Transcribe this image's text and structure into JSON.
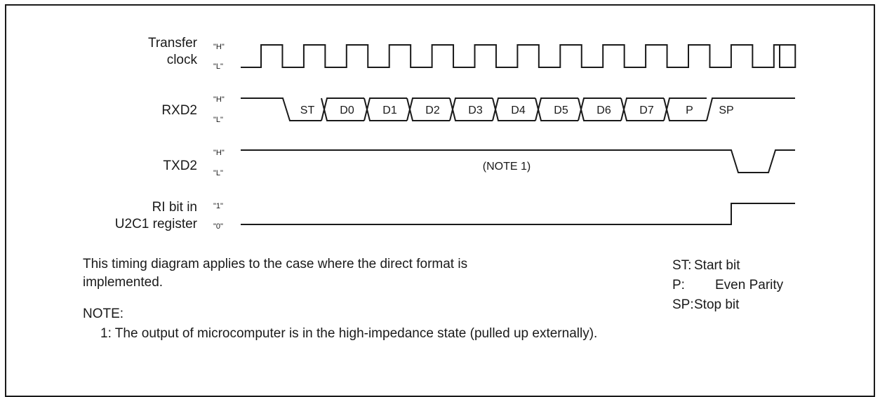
{
  "signals": {
    "clock": {
      "label_line1": "Transfer",
      "label_line2": "clock",
      "level_high": "\"H\"",
      "level_low": "\"L\""
    },
    "rxd": {
      "label": "RXD2",
      "level_high": "\"H\"",
      "level_low": "\"L\"",
      "frame": [
        "ST",
        "D0",
        "D1",
        "D2",
        "D3",
        "D4",
        "D5",
        "D6",
        "D7",
        "P",
        "SP"
      ]
    },
    "txd": {
      "label": "TXD2",
      "level_high": "\"H\"",
      "level_low": "\"L\"",
      "note": "(NOTE 1)"
    },
    "ri": {
      "label_line1": "RI bit in",
      "label_line2": "U2C1 register",
      "level_high": "\"1\"",
      "level_low": "\"0\""
    }
  },
  "description_line1": "This timing diagram applies to the case where the direct format is",
  "description_line2": "implemented.",
  "legend": {
    "st_key": "ST:",
    "st_value": "Start bit",
    "p_key": "P:",
    "p_value": "Even Parity",
    "sp_key": "SP:",
    "sp_value": "Stop bit"
  },
  "note_heading": "NOTE:",
  "note_1": "1: The output of microcomputer is in the high-impedance state (pulled up externally)."
}
